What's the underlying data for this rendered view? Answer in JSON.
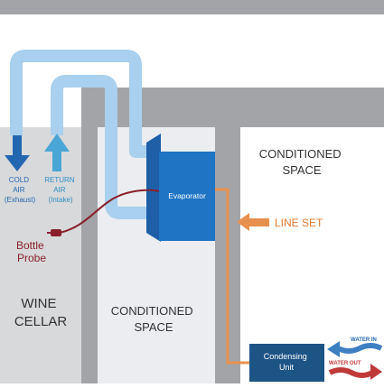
{
  "labels": {
    "cold_air": [
      "COLD",
      "AIR",
      "(Exhaust)"
    ],
    "return_air": [
      "RETURN",
      "AIR",
      "(Intake)"
    ],
    "evaporator": "Evaporator",
    "conditioned_space_right": [
      "CONDITIONED",
      "SPACE"
    ],
    "conditioned_space_middle": [
      "CONDITIONED",
      "SPACE"
    ],
    "line_set": "LINE SET",
    "bottle_probe": [
      "Bottle",
      "Probe"
    ],
    "wine_cellar": [
      "WINE",
      "CELLAR"
    ],
    "condensing_unit": [
      "Condensing",
      "Unit"
    ],
    "water_in": "WATER IN",
    "water_out": "WATER OUT"
  },
  "colors": {
    "wall_gray": "#a2a4a7",
    "wall_light": "#b9bbbe",
    "cellar_fill": "#d8d9db",
    "conditioned_fill": "#ebedf0",
    "duct_blue": "#a9d0ee",
    "evaporator_blue": "#1f74c4",
    "evaporator_dark": "#1e5fa8",
    "cold_arrow": "#2467b1",
    "return_arrow": "#4aa6d6",
    "probe_red": "#8a1f2c",
    "line_set_orange": "#e8914e",
    "condensing_navy": "#1d5486",
    "water_in_blue": "#3e7fc4",
    "water_out_red": "#c13a3a"
  }
}
